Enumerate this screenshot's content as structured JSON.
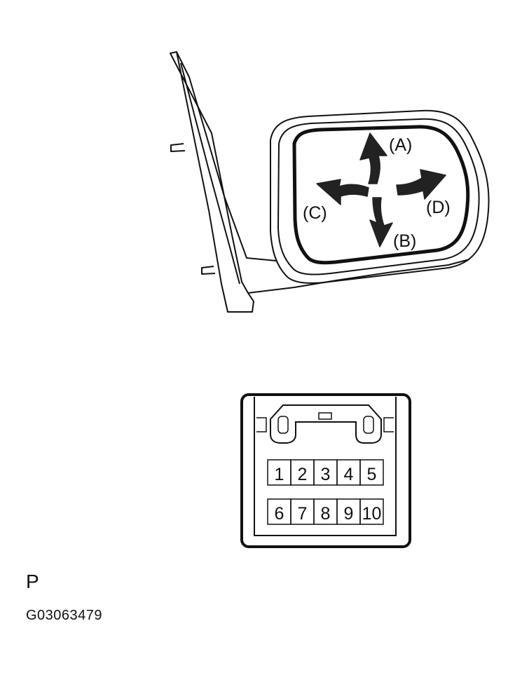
{
  "mirror": {
    "direction_labels": {
      "up": "(A)",
      "down": "(B)",
      "left": "(C)",
      "right": "(D)"
    }
  },
  "connector": {
    "letter": "P",
    "pins_top": [
      "1",
      "2",
      "3",
      "4",
      "5"
    ],
    "pins_bottom": [
      "6",
      "7",
      "8",
      "9",
      "10"
    ]
  },
  "figure_id": "G03063479",
  "colors": {
    "ink": "#111111",
    "arrow": "#222222",
    "paper": "#ffffff"
  },
  "icons": {
    "adjust_arrows": "four-way-curved-arrows-icon"
  }
}
